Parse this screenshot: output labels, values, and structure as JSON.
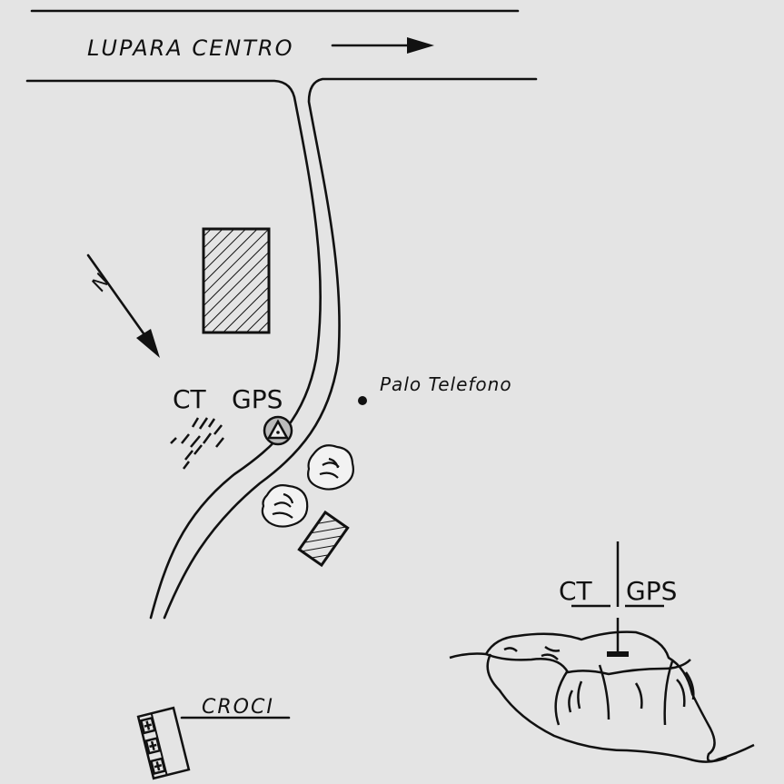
{
  "labels": {
    "destination": "LUPARA CENTRO",
    "north": "N",
    "station_main_ct": "CT",
    "station_main_gps": "GPS",
    "pole": "Palo Telefono",
    "station_detail_ct": "CT",
    "station_detail_gps": "GPS",
    "crosses": "CROCI"
  },
  "colors": {
    "ink": "#111111",
    "paper": "#e4e4e4"
  }
}
